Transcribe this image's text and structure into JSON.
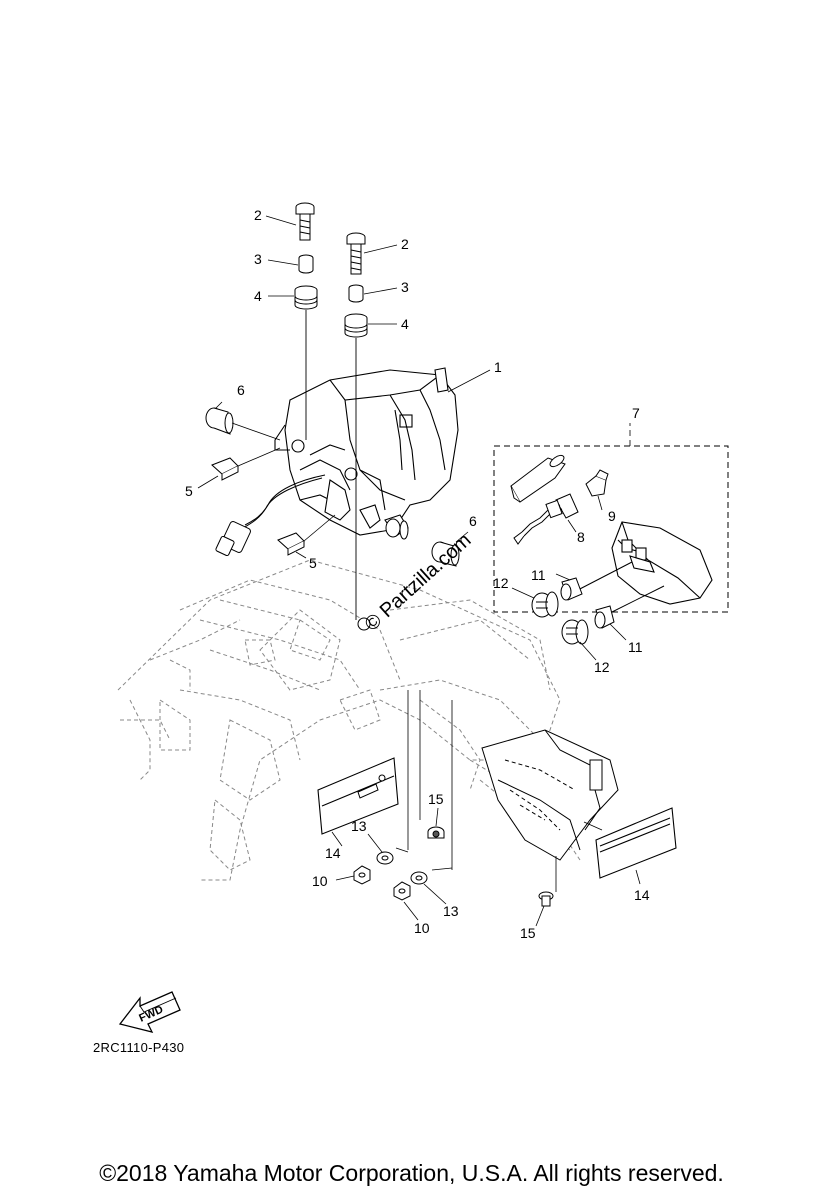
{
  "diagram": {
    "reference_code": "2RC1110-P430",
    "copyright": "©2018 Yamaha Motor Corporation, U.S.A. All rights reserved.",
    "watermark": "© Partzilla.com",
    "direction_arrow": "FWD",
    "callouts": [
      {
        "id": "c2a",
        "text": "2"
      },
      {
        "id": "c3a",
        "text": "3"
      },
      {
        "id": "c4a",
        "text": "4"
      },
      {
        "id": "c2b",
        "text": "2"
      },
      {
        "id": "c3b",
        "text": "3"
      },
      {
        "id": "c4b",
        "text": "4"
      },
      {
        "id": "c1",
        "text": "1"
      },
      {
        "id": "c6a",
        "text": "6"
      },
      {
        "id": "c5a",
        "text": "5"
      },
      {
        "id": "c5b",
        "text": "5"
      },
      {
        "id": "c6b",
        "text": "6"
      },
      {
        "id": "c7",
        "text": "7"
      },
      {
        "id": "c9",
        "text": "9"
      },
      {
        "id": "c8",
        "text": "8"
      },
      {
        "id": "c11a",
        "text": "11"
      },
      {
        "id": "c12a",
        "text": "12"
      },
      {
        "id": "c11b",
        "text": "11"
      },
      {
        "id": "c12b",
        "text": "12"
      },
      {
        "id": "c15a",
        "text": "15"
      },
      {
        "id": "c13a",
        "text": "13"
      },
      {
        "id": "c14a",
        "text": "14"
      },
      {
        "id": "c10a",
        "text": "10"
      },
      {
        "id": "c13b",
        "text": "13"
      },
      {
        "id": "c10b",
        "text": "10"
      },
      {
        "id": "c14b",
        "text": "14"
      },
      {
        "id": "c15b",
        "text": "15"
      }
    ]
  }
}
